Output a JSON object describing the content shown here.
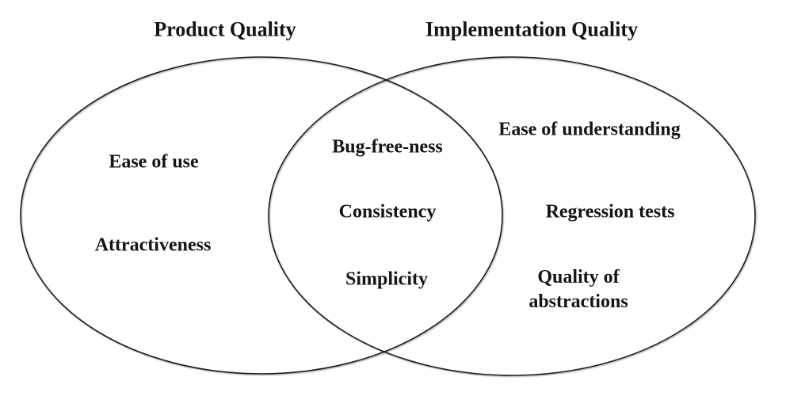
{
  "diagram": {
    "type": "venn",
    "background_color": "#ffffff",
    "stroke_color": "#1c1c1c",
    "text_color": "#141414",
    "left_set": {
      "title": "Product Quality",
      "items": [
        "Ease of use",
        "Attractiveness"
      ]
    },
    "right_set": {
      "title": "Implementation Quality",
      "items": [
        "Ease of understanding",
        "Regression tests",
        "Quality of abstractions"
      ]
    },
    "intersection": {
      "items": [
        "Bug-free-ness",
        "Consistency",
        "Simplicity"
      ]
    }
  }
}
